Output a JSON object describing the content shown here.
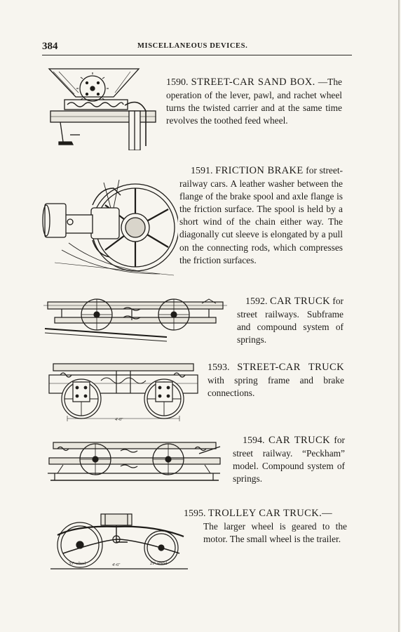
{
  "page": {
    "number": "384",
    "running_head": "MISCELLANEOUS DEVICES."
  },
  "entries": [
    {
      "num": "1590.",
      "title": "STREET-CAR SAND BOX.",
      "body": "—The operation of the lever, pawl, and rachet wheel turns the twisted carrier and at the same time revolves the toothed feed wheel."
    },
    {
      "num": "1591.",
      "title": "FRICTION BRAKE",
      "body": "for street-railway cars. A leather washer between the flange of the brake spool and axle flange is the friction surface. The spool is held by a short wind of the chain either way. The diagonally cut sleeve is elongated by a pull on the connecting rods, which compresses the friction surfaces."
    },
    {
      "num": "1592.",
      "title": "CAR TRUCK",
      "body": "for street railways. Subframe and compound system of springs."
    },
    {
      "num": "1593.",
      "title": "STREET-CAR TRUCK",
      "body": "with spring frame and brake connections."
    },
    {
      "num": "1594.",
      "title": "CAR TRUCK",
      "body": "for street railway. “Peckham” model. Compound system of springs."
    },
    {
      "num": "1595.",
      "title": "TROLLEY CAR TRUCK.—",
      "body": "The larger wheel is geared to the motor. The small wheel is the trailer."
    }
  ],
  "figure_labels": {
    "dimension_1593": "4'-0\"",
    "wheel_large": "33\" wheel",
    "wheel_small": "21\" wheel",
    "wheelbase": "4'-6\""
  },
  "colors": {
    "paper": "#f7f5ef",
    "ink": "#1e1c19"
  }
}
